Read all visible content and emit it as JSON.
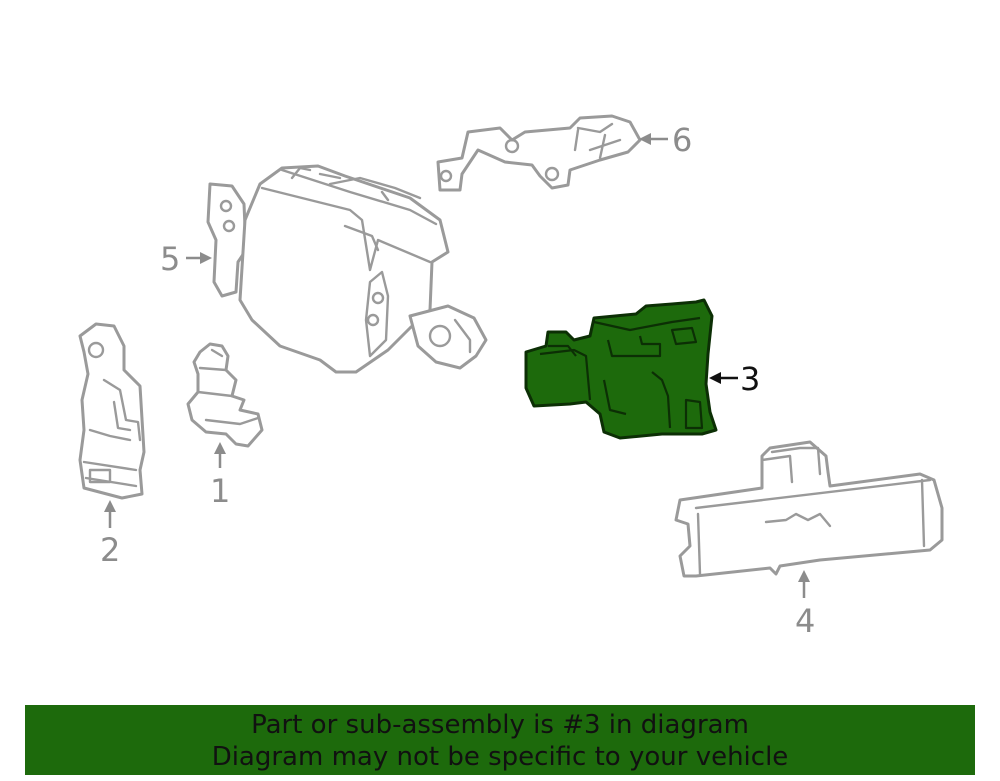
{
  "diagram": {
    "callouts": [
      {
        "id": "1",
        "label": "1"
      },
      {
        "id": "2",
        "label": "2"
      },
      {
        "id": "3",
        "label": "3",
        "highlighted": true
      },
      {
        "id": "4",
        "label": "4"
      },
      {
        "id": "5",
        "label": "5"
      },
      {
        "id": "6",
        "label": "6"
      }
    ],
    "highlight_color": "#1d6a0c",
    "line_color": "#9a9a9a"
  },
  "banner": {
    "line1": "Part or sub-assembly is #3 in diagram",
    "line2": "Diagram may not be specific to your vehicle",
    "background": "#1d6a0c"
  }
}
